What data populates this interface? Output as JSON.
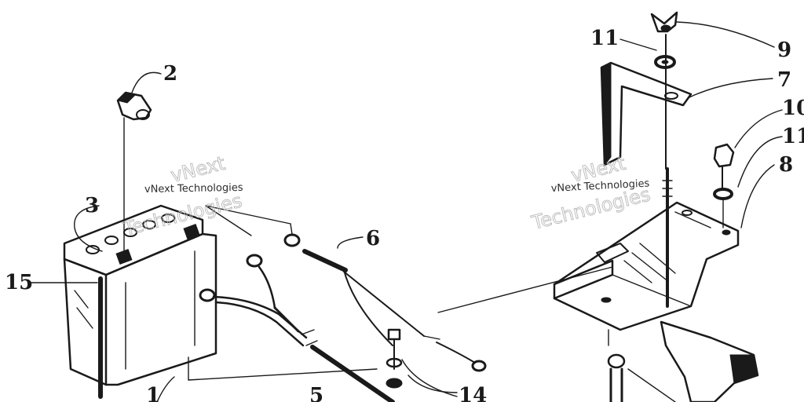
{
  "callouts": {
    "n2": "2",
    "n3": "3",
    "n15": "15",
    "n1": "1",
    "n5": "5",
    "n6": "6",
    "n14": "14",
    "n11a": "11",
    "n9": "9",
    "n7": "7",
    "n10": "10",
    "n11b": "11",
    "n8": "8"
  },
  "watermark": {
    "line1": "vNext Technologies",
    "big_top": "vNext",
    "big_bottom": "Technologies"
  },
  "colors": {
    "ink": "#1a1a1a",
    "paper": "#ffffff",
    "watermark": "#b9b9b9"
  }
}
